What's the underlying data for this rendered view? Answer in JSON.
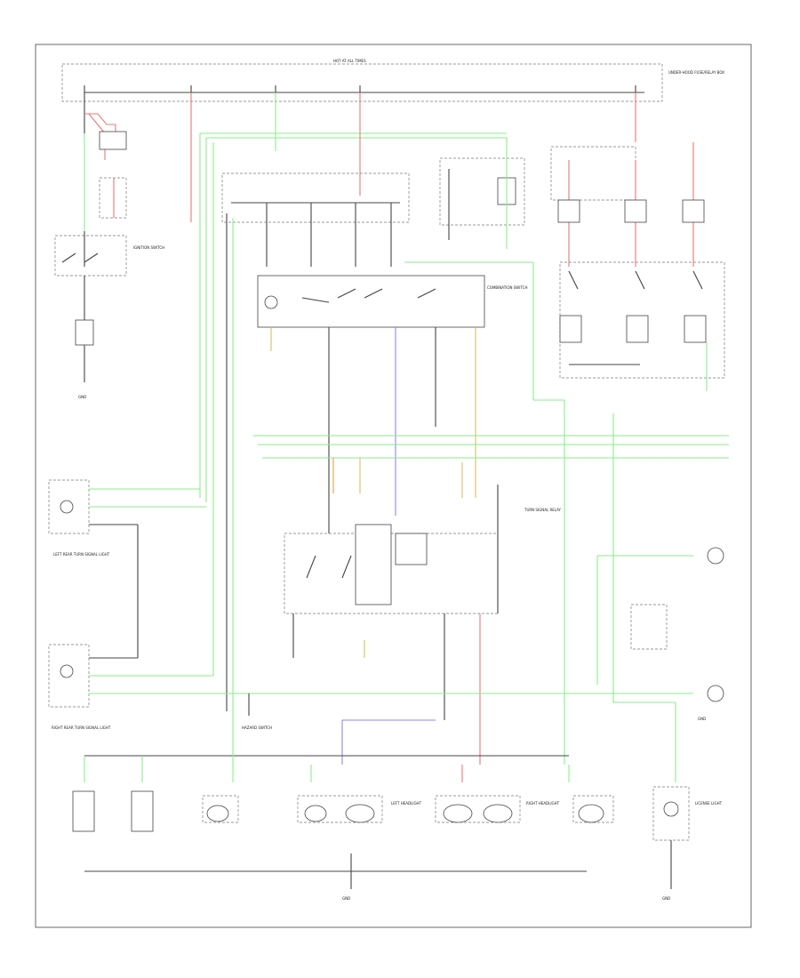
{
  "diagram": {
    "page_ref": "",
    "fuse_box_title": "HOT AT ALL TIMES",
    "components": {
      "underhood_fuse_box": "UNDER-HOOD FUSE/RELAY BOX",
      "ignition_switch": "IGNITION SWITCH",
      "power_window_relay": "",
      "combination_switch": "COMBINATION SWITCH",
      "left_rear_turn_light": "LEFT REAR TURN SIGNAL LIGHT",
      "right_rear_turn_light": "RIGHT REAR TURN SIGNAL LIGHT",
      "turn_signal_relay": "TURN SIGNAL RELAY",
      "left_headlight": "LEFT HEADLIGHT",
      "right_headlight": "RIGHT HEADLIGHT",
      "left_front_parking_light": "",
      "right_front_parking_light": "",
      "ground_left": "GND",
      "ground_right": "GND",
      "ground_bottom": "GND",
      "ground_lower_right": "GND",
      "license_light": "LICENSE LIGHT",
      "hazard_switch": "HAZARD SWITCH"
    }
  }
}
